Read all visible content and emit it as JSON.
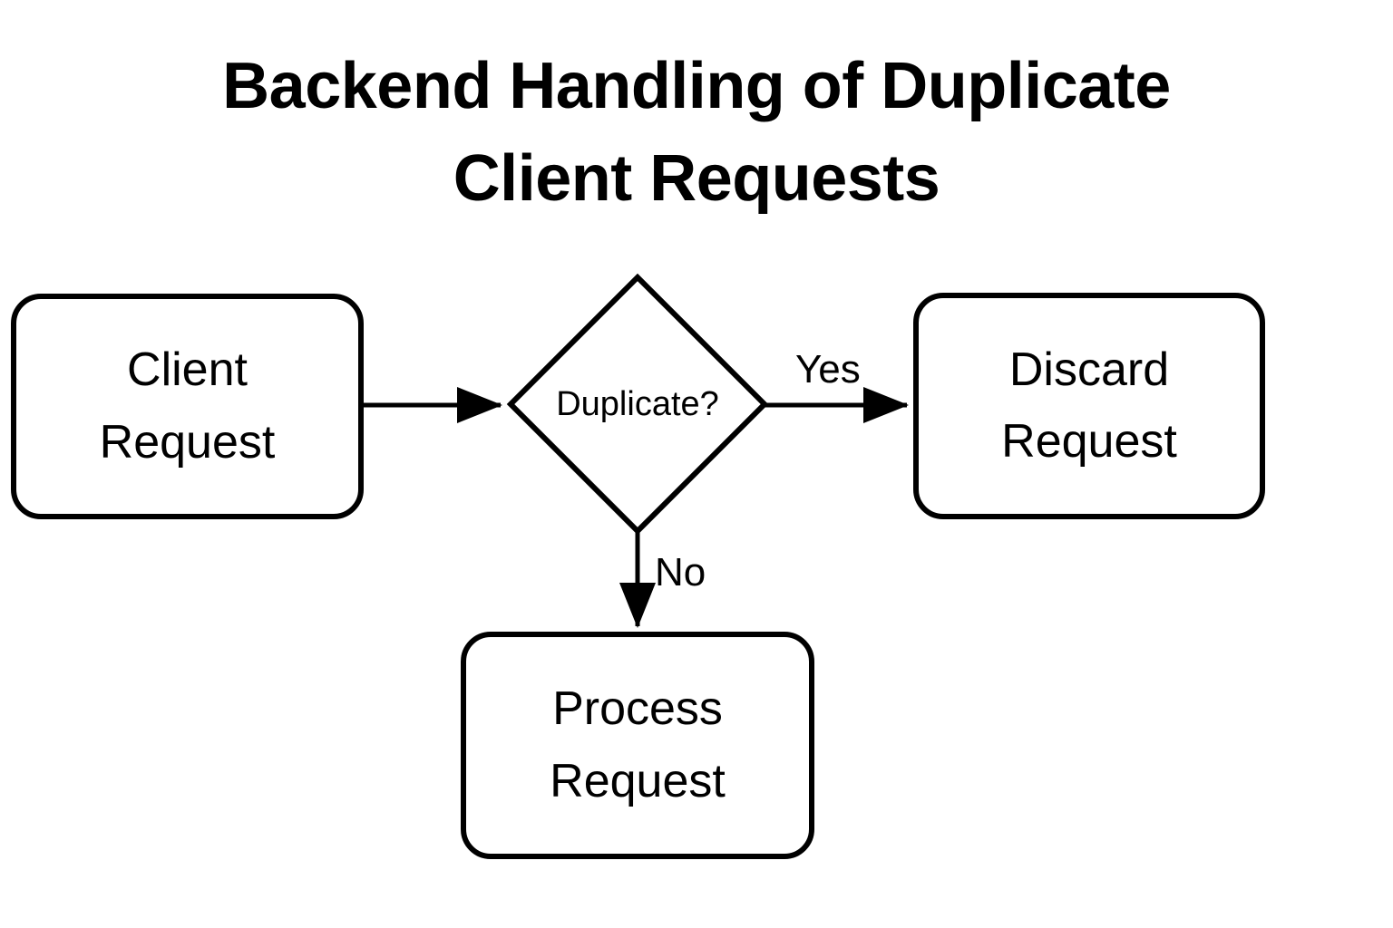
{
  "diagram": {
    "title": "Backend Handling of Duplicate\nClient Requests",
    "title_line_1": "Backend Handling of Duplicate",
    "title_line_2": "Client Requests",
    "type": "flowchart",
    "background_color": "#ffffff",
    "stroke_color": "#000000",
    "text_color": "#000000",
    "nodes": [
      {
        "id": "client-request",
        "shape": "rounded-rectangle",
        "label": "Client\nRequest",
        "label_line_1": "Client",
        "label_line_2": "Request"
      },
      {
        "id": "duplicate-decision",
        "shape": "diamond",
        "label": "Duplicate?"
      },
      {
        "id": "discard-request",
        "shape": "rounded-rectangle",
        "label": "Discard\nRequest",
        "label_line_1": "Discard",
        "label_line_2": "Request"
      },
      {
        "id": "process-request",
        "shape": "rounded-rectangle",
        "label": "Process\nRequest",
        "label_line_1": "Process",
        "label_line_2": "Request"
      }
    ],
    "edges": [
      {
        "id": "client-to-decision",
        "from": "client-request",
        "to": "duplicate-decision",
        "label": ""
      },
      {
        "id": "decision-to-discard",
        "from": "duplicate-decision",
        "to": "discard-request",
        "label": "Yes"
      },
      {
        "id": "decision-to-process",
        "from": "duplicate-decision",
        "to": "process-request",
        "label": "No"
      }
    ]
  }
}
